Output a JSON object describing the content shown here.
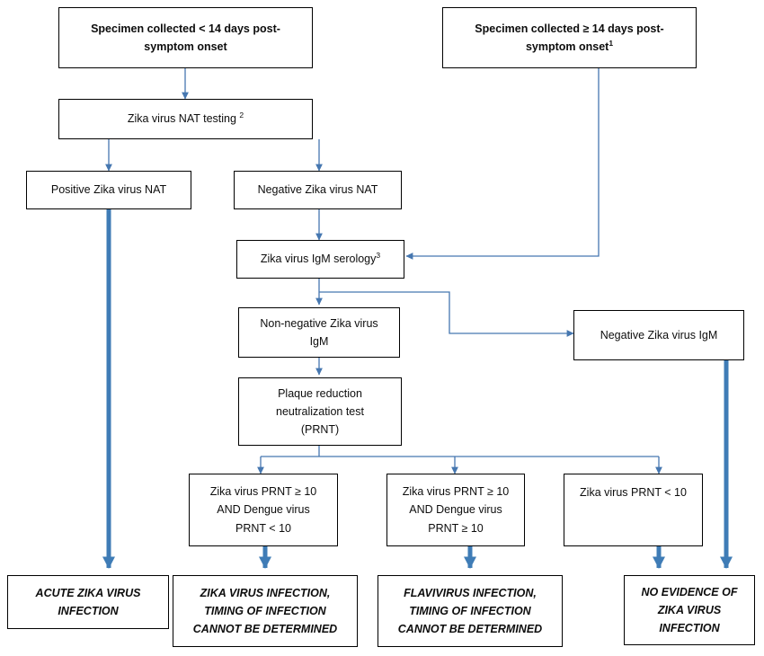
{
  "diagram": {
    "title": "Zika virus testing algorithm flowchart",
    "colors": {
      "thin_connector": "#4677b0",
      "thick_connector": "#3f7cb6",
      "box_border": "#000000",
      "text": "#0d0d0d",
      "background": "#ffffff"
    },
    "nodes": {
      "specimen_lt14": {
        "label": "Specimen collected < 14 days post-\nsymptom onset",
        "style": "bold"
      },
      "specimen_ge14": {
        "label": "Specimen collected ≥ 14 days post-\nsymptom onset",
        "footnote": "1",
        "style": "bold"
      },
      "nat_testing": {
        "label": "Zika virus NAT testing ",
        "footnote": "2",
        "style": "normal"
      },
      "nat_positive": {
        "label": "Positive Zika virus NAT",
        "style": "normal"
      },
      "nat_negative": {
        "label": "Negative Zika virus NAT",
        "style": "normal"
      },
      "igm_serology": {
        "label": "Zika virus IgM serology",
        "footnote": "3",
        "style": "normal"
      },
      "igm_nonnegative": {
        "label": "Non-negative Zika virus\nIgM",
        "style": "normal"
      },
      "igm_negative": {
        "label": "Negative Zika virus IgM",
        "style": "normal"
      },
      "prnt": {
        "label": "Plaque reduction\nneutralization test\n(PRNT)",
        "style": "normal"
      },
      "prnt_zika_only": {
        "label": "Zika virus PRNT ≥ 10\nAND Dengue virus\nPRNT < 10",
        "style": "normal"
      },
      "prnt_both": {
        "label": "Zika virus PRNT ≥ 10\nAND Dengue virus\nPRNT ≥ 10",
        "style": "normal"
      },
      "prnt_low": {
        "label": "Zika virus PRNT < 10",
        "style": "normal"
      },
      "outcome_acute": {
        "label": "ACUTE ZIKA VIRUS\nINFECTION",
        "style": "italic"
      },
      "outcome_zika_untimed": {
        "label": "ZIKA VIRUS INFECTION,\nTIMING OF INFECTION\nCANNOT BE DETERMINED",
        "style": "italic"
      },
      "outcome_flavivirus": {
        "label": "FLAVIVIRUS INFECTION,\nTIMING OF INFECTION\nCANNOT BE DETERMINED",
        "style": "italic"
      },
      "outcome_no_evidence": {
        "label": "NO EVIDENCE OF\nZIKA VIRUS\nINFECTION",
        "style": "italic"
      }
    },
    "edges": [
      {
        "name": "specimen-lt14-to-nat-testing",
        "kind": "thin"
      },
      {
        "name": "specimen-ge14-to-igm-serology",
        "kind": "thin"
      },
      {
        "name": "nat-testing-to-positive",
        "kind": "thin"
      },
      {
        "name": "nat-testing-to-negative",
        "kind": "thin"
      },
      {
        "name": "nat-negative-to-igm-serology",
        "kind": "thin"
      },
      {
        "name": "igm-serology-to-nonnegative",
        "kind": "thin"
      },
      {
        "name": "igm-serology-to-negative-igm",
        "kind": "thin"
      },
      {
        "name": "igm-nonnegative-to-prnt",
        "kind": "thin"
      },
      {
        "name": "prnt-to-zika-only",
        "kind": "thin"
      },
      {
        "name": "prnt-to-both",
        "kind": "thin"
      },
      {
        "name": "prnt-to-low",
        "kind": "thin"
      },
      {
        "name": "nat-positive-to-acute",
        "kind": "thick"
      },
      {
        "name": "zika-only-to-zika-untimed",
        "kind": "thick"
      },
      {
        "name": "both-to-flavivirus",
        "kind": "thick"
      },
      {
        "name": "prnt-low-to-no-evidence",
        "kind": "thick"
      },
      {
        "name": "igm-negative-to-no-evidence",
        "kind": "thick"
      }
    ]
  }
}
